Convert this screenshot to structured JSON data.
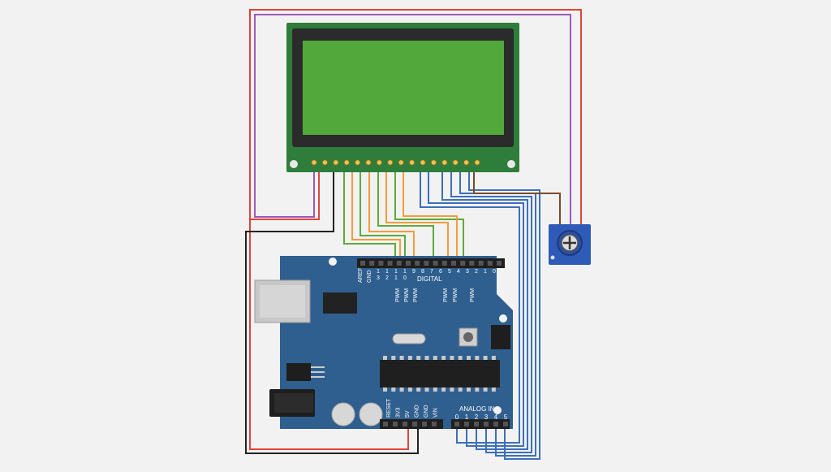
{
  "colors": {
    "background": "#f2f2f2",
    "lcd_pcb": "#2f7d3a",
    "lcd_bezel": "#2b2b2b",
    "lcd_screen": "#52a83a",
    "arduino_board": "#2f5f8f",
    "wire_red": "#e0443a",
    "wire_purple": "#9b59b6",
    "wire_black": "#222222",
    "wire_green": "#5cab3c",
    "wire_orange": "#f39c3c",
    "wire_blue": "#3d6fb8",
    "wire_brown": "#7a4a2a",
    "pot_body": "#2f5bb8"
  },
  "arduino": {
    "aref": "AREF",
    "gnd_top": "GND",
    "digital_pin_numbers": [
      "1\n3",
      "1\n2",
      "1\n1",
      "1\n0",
      "9",
      "8",
      "7",
      "6",
      "5",
      "4",
      "3",
      "2",
      "1",
      "0"
    ],
    "digital_label": "DIGITAL",
    "pwm_label": "PWM",
    "power_labels": [
      "RESET",
      "3V3",
      "5V",
      "GND",
      "GND",
      "VIN"
    ],
    "analog_label": "ANALOG IN",
    "analog_pins": [
      "0",
      "1",
      "2",
      "3",
      "4",
      "5"
    ]
  },
  "icons": {
    "lcd": "lcd-module-icon",
    "potentiometer": "potentiometer-icon",
    "usb": "usb-port-icon",
    "power_jack": "power-jack-icon"
  }
}
